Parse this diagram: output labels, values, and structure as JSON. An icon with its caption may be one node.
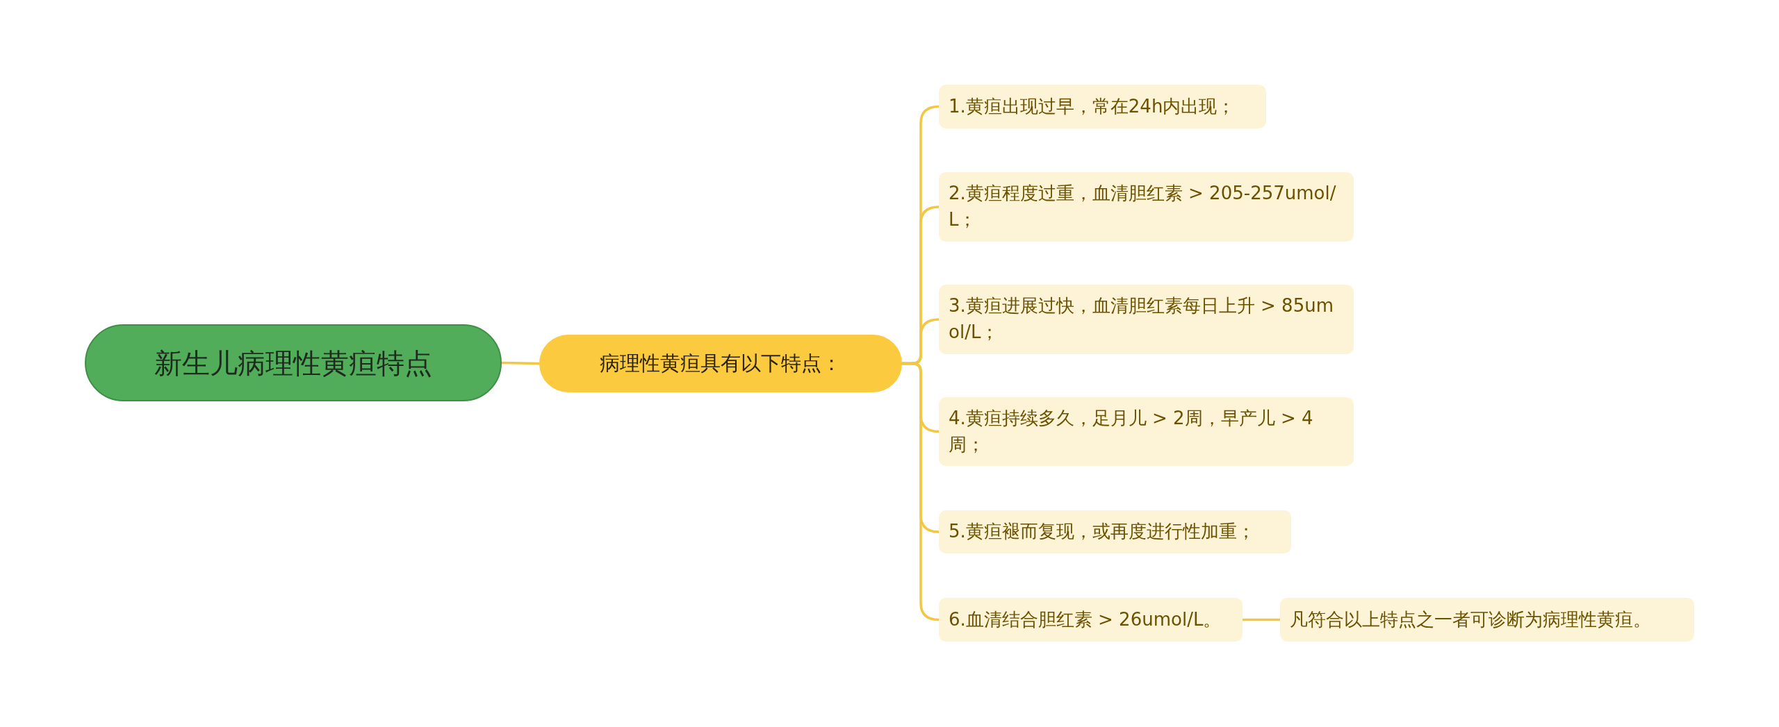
{
  "diagram": {
    "nodes": [
      {
        "text": [
          "新生儿病理性黄疸特点"
        ]
      },
      {
        "text": [
          "病理性黄疸具有以下特点："
        ]
      },
      {
        "text": [
          "1.黄疸出现过早，常在24h内出现；"
        ]
      },
      {
        "text": [
          "2.黄疸程度过重，血清胆红素 > 205-257umol/L；"
        ]
      },
      {
        "text": [
          "3.黄疸进展过快，血清胆红素每日上升 > 85umol/L；"
        ]
      },
      {
        "text": [
          "4.黄疸持续多久，足月儿 > 2周，早产儿 > 4周；"
        ]
      },
      {
        "text": [
          "5.黄疸褪而复现，或再度进行性加重；"
        ]
      },
      {
        "text": [
          "6.血清结合胆红素 > 26umol/L。"
        ]
      },
      {
        "text": [
          "凡符合以上特点之一者可诊断为病理性黄疸。"
        ]
      }
    ],
    "edges": [
      {
        "from": 0,
        "to": 1,
        "arrow": "none"
      },
      {
        "from": 1,
        "to": 2,
        "arrow": "none"
      },
      {
        "from": 1,
        "to": 3,
        "arrow": "none"
      },
      {
        "from": 1,
        "to": 4,
        "arrow": "none"
      },
      {
        "from": 1,
        "to": 5,
        "arrow": "none"
      },
      {
        "from": 1,
        "to": 6,
        "arrow": "none"
      },
      {
        "from": 1,
        "to": 7,
        "arrow": "none"
      },
      {
        "from": 7,
        "to": 8,
        "arrow": "none"
      }
    ]
  }
}
